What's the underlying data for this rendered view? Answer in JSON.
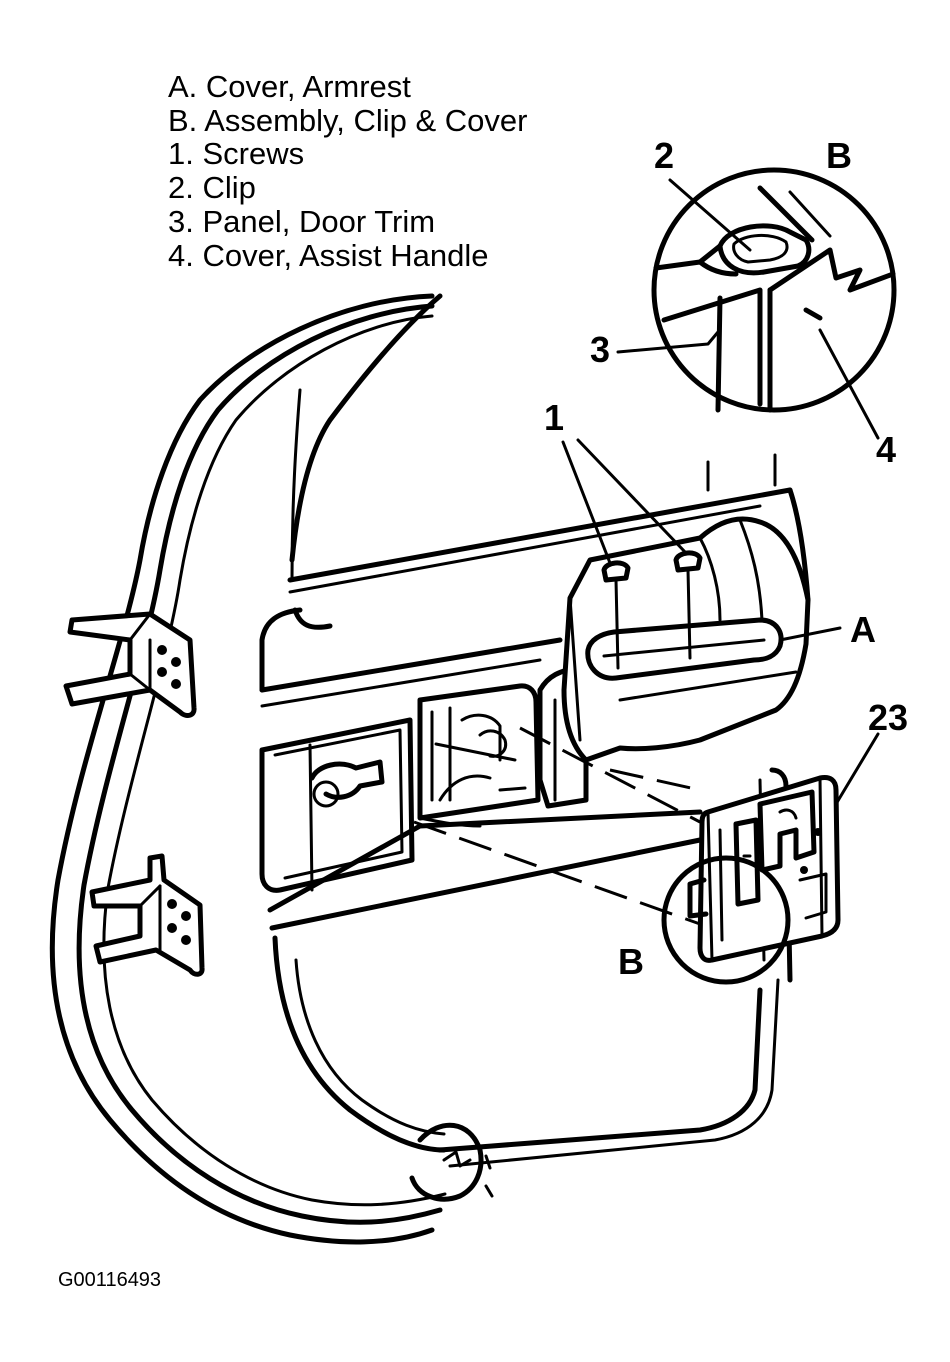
{
  "legend": {
    "items": [
      "A. Cover, Armrest",
      "B. Assembly, Clip & Cover",
      "1. Screws",
      "2. Clip",
      "3. Panel, Door Trim",
      "4. Cover, Assist Handle"
    ]
  },
  "callouts": {
    "detail_clip": "2",
    "detail_b": "B",
    "detail_panel": "3",
    "detail_cover": "4",
    "screws": "1",
    "armrest": "A",
    "part_23": "23",
    "assembly_b": "B"
  },
  "figure_id": "G00116493"
}
